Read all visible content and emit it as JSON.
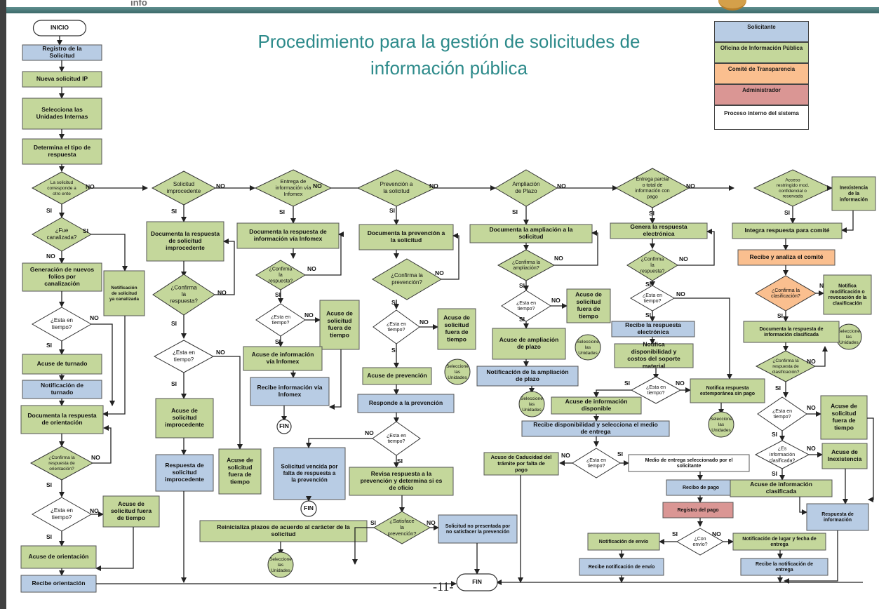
{
  "header": {
    "logo_text": "info",
    "title": "Procedimiento para la gestión de solicitudes de información pública"
  },
  "legend": [
    {
      "label": "Solicitante",
      "color": "#b8cce4"
    },
    {
      "label": "Oficina de Información Pública",
      "color": "#c4d79b"
    },
    {
      "label": "Comité de Transparencia",
      "color": "#fabf8f"
    },
    {
      "label": "Administrador",
      "color": "#da9694"
    },
    {
      "label": "Proceso interno del sistema",
      "color": "#ffffff"
    }
  ],
  "colors": {
    "solicitante": "#b8cce4",
    "oficina": "#c4d79b",
    "comite": "#fabf8f",
    "admin": "#da9694",
    "interno": "#ffffff"
  },
  "flow": {
    "terminals": [
      "INICIO",
      "FIN",
      "FIN",
      "FIN"
    ],
    "col1": [
      "Registro de la Solicitud",
      "Nueva solicitud IP",
      "Selecciona las Unidades Internas",
      "Determina el tipo de respuesta",
      "La solicitud corresponde a otro ente",
      "¿Fue canalizada?",
      "Generación de nuevos folios por canalización",
      "Notificación de solicitud ya canalizada",
      "¿Esta en tiempo?",
      "Acuse de turnado",
      "Notificación de turnado",
      "Documenta la respuesta de orientación",
      "¿Confirma la respuesta de orientación?",
      "¿Esta en tiempo?",
      "Acuse de solicitud fuera de tiempo",
      "Acuse de orientación",
      "Recibe orientación"
    ],
    "col2": [
      "Solicitud improcedente",
      "Documenta la respuesta de solicitud improcedente",
      "¿Confirma la respuesta?",
      "¿Esta en tiempo?",
      "Acuse de solicitud improcedente",
      "Acuse de solicitud fuera de tiempo",
      "Respuesta de solicitud improcedente"
    ],
    "col3": [
      "Entrega de información vía Infomex",
      "Documenta la respuesta de información vía Infomex",
      "¿Confirma la respuesta?",
      "¿Esta en tiempo?",
      "Acuse de solicitud fuera de tiempo",
      "Acuse de información vía Infomex",
      "Recibe información vía Infomex",
      "Solicitud vencida por falta de respuesta a la prevención",
      "Reinicializa plazos de acuerdo al carácter de la solicitud",
      "Seleccione las Unidades"
    ],
    "col4": [
      "Prevención a la solicitud",
      "Documenta la prevención a la solicitud",
      "¿Confirma la prevención?",
      "¿Esta en tiempo?",
      "Acuse de solicitud fuera de tiempo",
      "Seleccione las Unidades",
      "Acuse de prevención",
      "Responde a la prevención",
      "¿Esta en tiempo?",
      "Revisa respuesta a la prevención y determina si es de oficio",
      "¿Satisface la prevención?",
      "Solicitud no presentada por no satisfacer la prevención"
    ],
    "col5": [
      "Ampliación de Plazo",
      "Documenta la ampliación a la solicitud",
      "¿Confirma la ampliación?",
      "¿Esta en tiempo?",
      "Acuse de solicitud fuera de tiempo",
      "Seleccione las Unidades",
      "Acuse de ampliación de plazo",
      "Notificación de la ampliación de plazo",
      "Seleccione las Unidades",
      "Acuse de Caducidad del trámite por falta de pago"
    ],
    "col6": [
      "Entrega parcial o total de información con pago",
      "Genera la respuesta electrónica",
      "¿Confirma la respuesta?",
      "¿Esta en tiempo?",
      "Recibe la respuesta electrónica",
      "Notifica disponibilidad y costos del soporte material",
      "¿Esta en tiempo?",
      "Notifica respuesta extemporánea sin pago",
      "Seleccione las Unidades",
      "Acuse de información disponible",
      "Recibe disponibilidad y selecciona el medio de entrega",
      "¿Esta en tiempo?",
      "Medio de entrega seleccionado por el solicitante",
      "Recibo de pago",
      "Registro del pago",
      "¿Con envío?",
      "Notificación de envío",
      "Recibe notificación de envío",
      "Notificación de lugar y fecha de entrega",
      "Recibe la notificación de entrega"
    ],
    "col7": [
      "Acceso restringido mod. confidencial o reservada",
      "Inexistencia de la información",
      "Integra respuesta para comité",
      "Recibe y analiza el comité",
      "¿Confirma la clasificación?",
      "Notifica modificación o revocación de la clasificación",
      "Documenta la respuesta de información clasificada",
      "Seleccione las Unidades",
      "¿Confirma la respuesta de clasificación?",
      "¿Esta en tiempo?",
      "Acuse de solicitud fuera de tiempo",
      "¿Es información clasificada?",
      "Acuse de Inexistencia",
      "Acuse de información clasificada",
      "Respuesta de información"
    ],
    "branch": {
      "si": "SI",
      "no": "NO"
    }
  },
  "page_number": "-11-"
}
